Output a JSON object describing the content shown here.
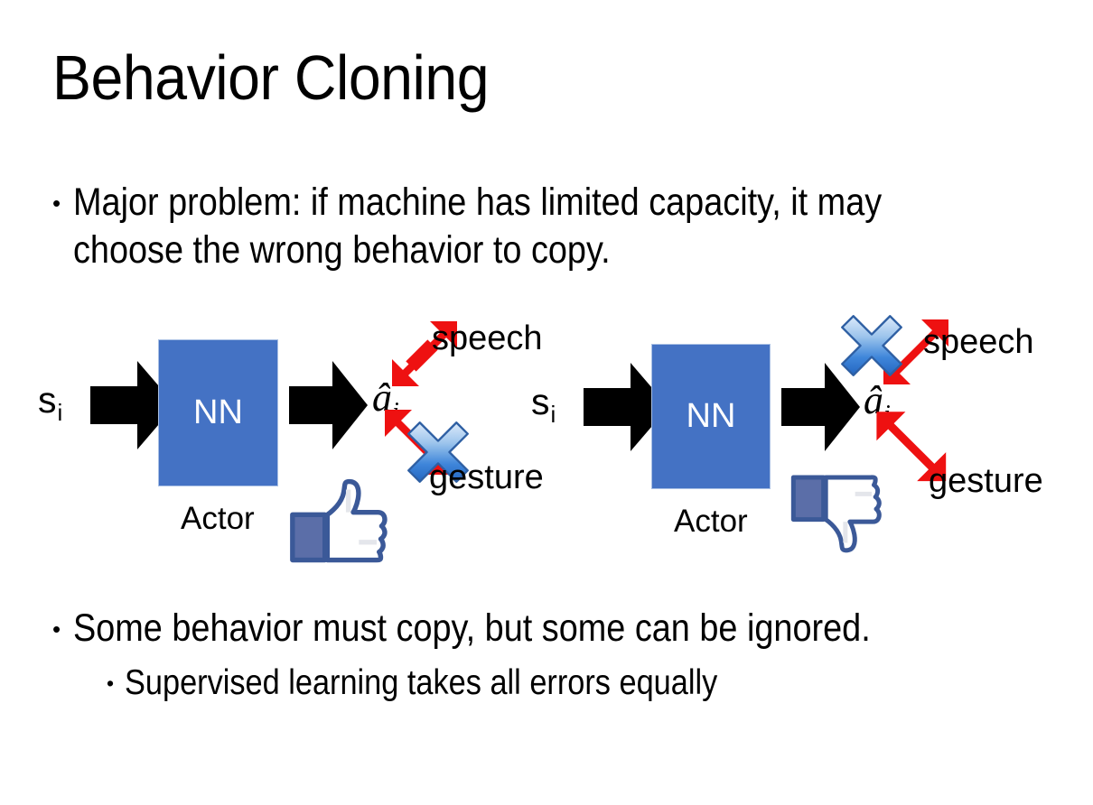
{
  "slide": {
    "title": "Behavior Cloning",
    "background_color": "#FFFFFF"
  },
  "bullets": [
    {
      "level": 1,
      "marker": "•",
      "text": "Major problem: if machine has limited capacity, it may choose the wrong behavior to copy."
    },
    {
      "level": 1,
      "marker": "•",
      "text": "Some behavior must copy, but some can be ignored."
    },
    {
      "level": 2,
      "marker": "•",
      "text": "Supervised learning takes all errors equally"
    }
  ],
  "colors": {
    "nn_box_fill": "#4472C4",
    "nn_box_border": "#A9C0E4",
    "arrow_black": "#000000",
    "arrow_red": "#EE1111",
    "x_blue_light": "#C3DCF5",
    "x_blue_dark": "#2E75D0",
    "x_outline": "#2E5FA3",
    "thumb_blue": "#3B5998",
    "thumb_cuff": "#5B6EA8",
    "text_black": "#000000",
    "nn_text": "#FFFFFF"
  },
  "diagrams": [
    {
      "id": "left",
      "state_label": "s",
      "state_subscript": "i",
      "nn_label": "NN",
      "actor_label": "Actor",
      "action_label": "â",
      "action_subscript": "i",
      "branches": [
        {
          "name": "speech",
          "label": "speech",
          "direction": "up-right",
          "crossed_out": false
        },
        {
          "name": "gesture",
          "label": "gesture",
          "direction": "down-right",
          "crossed_out": true
        }
      ],
      "feedback_icon": "thumbs-up-icon",
      "feedback_meaning": "correct"
    },
    {
      "id": "right",
      "state_label": "s",
      "state_subscript": "i",
      "nn_label": "NN",
      "actor_label": "Actor",
      "action_label": "â",
      "action_subscript": "i",
      "branches": [
        {
          "name": "speech",
          "label": "speech",
          "direction": "up-right",
          "crossed_out": true
        },
        {
          "name": "gesture",
          "label": "gesture",
          "direction": "down-right",
          "crossed_out": false
        }
      ],
      "feedback_icon": "thumbs-down-icon",
      "feedback_meaning": "incorrect"
    }
  ]
}
